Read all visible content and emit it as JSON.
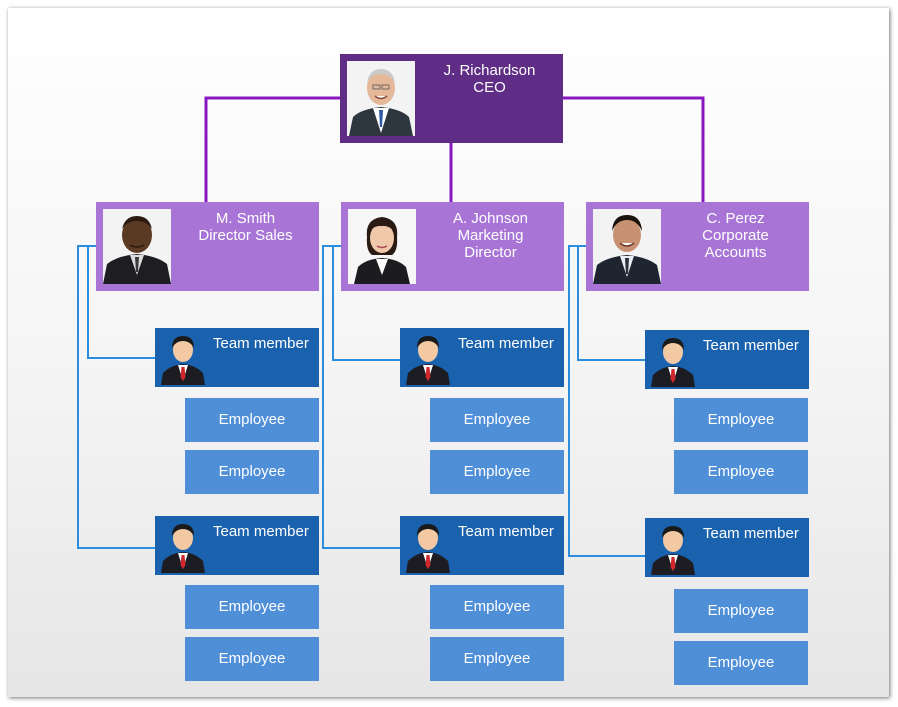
{
  "ceo": {
    "name": "J. Richardson",
    "title": "CEO"
  },
  "managers": [
    {
      "name": "M. Smith",
      "title_lines": [
        "Director Sales"
      ]
    },
    {
      "name": "A. Johnson",
      "title_lines": [
        "Marketing",
        "Director"
      ]
    },
    {
      "name": "C. Perez",
      "title_lines": [
        "Corporate",
        "Accounts"
      ]
    }
  ],
  "labels": {
    "team_member": "Team member",
    "employee": "Employee"
  },
  "colors": {
    "ceo_box": "#5f2c86",
    "manager_box": "#a875d6",
    "team_box": "#1a61ae",
    "employee_box": "#4f8fd8",
    "top_connector": "#8a16c2",
    "team_connector": "#2a8de0"
  }
}
